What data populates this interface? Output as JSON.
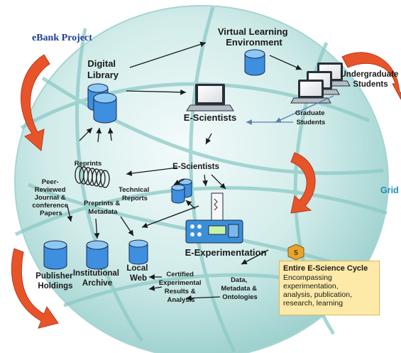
{
  "title": "eBank Project",
  "right_label": "Grid",
  "nodes": {
    "digital_library": [
      "Digital",
      "Library"
    ],
    "vle": [
      "Virtual Learning",
      "Environment"
    ],
    "undergrad": [
      "Undergraduate",
      "Students"
    ],
    "graduate": [
      "Graduate",
      "Students"
    ],
    "escientists_top": "E-Scientists",
    "escientists_mid": "E-Scientists",
    "reprints": "Reprints",
    "technical_reports": [
      "Technical",
      "Reports"
    ],
    "peer_reviewed": [
      "Peer-",
      "Reviewed",
      "Journal &",
      "conference",
      "Papers"
    ],
    "preprints": [
      "Preprints &",
      "Metadata"
    ],
    "eexperimentation": "E-Experimentation",
    "publisher": [
      "Publisher",
      "Holdings"
    ],
    "institutional": [
      "Institutional",
      "Archive"
    ],
    "local_web": [
      "Local",
      "Web"
    ],
    "certified": [
      "Certified",
      "Experimental",
      "Results &",
      "Analysis"
    ],
    "data": [
      "Data,",
      "Metadata &",
      "Ontologies"
    ]
  },
  "note": {
    "badge": "5",
    "title": "Entire E-Science Cycle",
    "text": [
      "Encompassing",
      "experimentation,",
      "analysis, publication,",
      "research, learning"
    ]
  }
}
